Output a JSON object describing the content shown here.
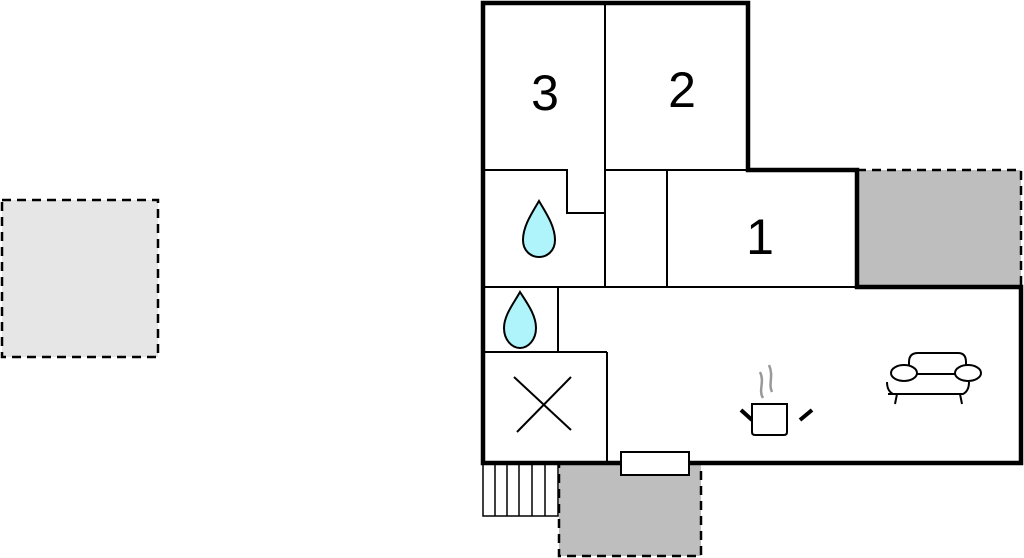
{
  "floorplan": {
    "rooms": [
      {
        "id": "bedroom-3",
        "label": "3"
      },
      {
        "id": "bedroom-2",
        "label": "2"
      },
      {
        "id": "bedroom-1",
        "label": "1"
      }
    ],
    "icons": [
      "water-drop-icon",
      "water-drop-icon",
      "toilet-cross-icon",
      "cooking-pot-icon",
      "sofa-icon",
      "stairs-icon",
      "window-icon"
    ],
    "colors": {
      "water": "#aef4fa",
      "terrace": "#bebebe",
      "outbuilding": "#e6e6e6",
      "wall": "#000000",
      "steam": "#999999"
    }
  }
}
